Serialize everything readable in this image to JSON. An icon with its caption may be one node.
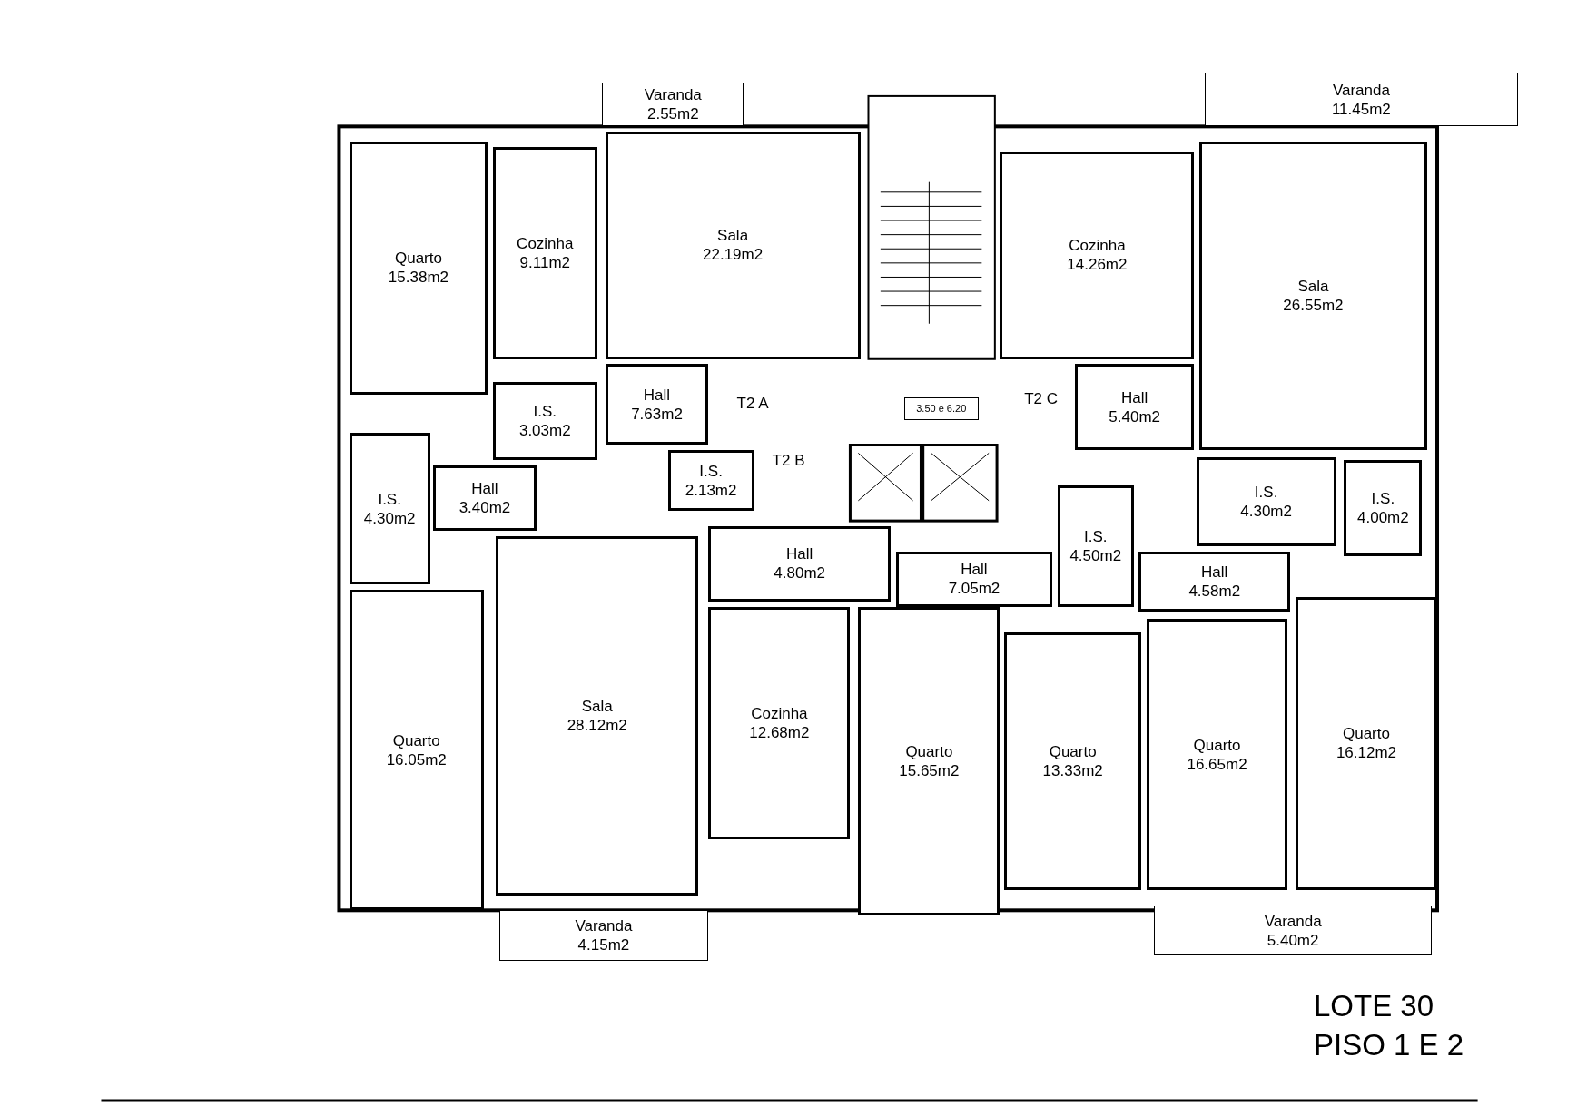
{
  "diagram": {
    "nodes": [
      {
        "text": [
          "Varanda",
          "2.55m2"
        ]
      },
      {
        "text": [
          "Varanda",
          "11.45m2"
        ]
      },
      {
        "text": [
          "Quarto",
          "15.38m2"
        ]
      },
      {
        "text": [
          "Cozinha",
          "9.11m2"
        ]
      },
      {
        "text": [
          "Sala",
          "22.19m2"
        ]
      },
      {
        "text": [
          "Cozinha",
          "14.26m2"
        ]
      },
      {
        "text": [
          "Sala",
          "26.55m2"
        ]
      },
      {
        "text": [
          "Hall",
          "7.63m2"
        ]
      },
      {
        "text": [
          "I.S.",
          "3.03m2"
        ]
      },
      {
        "text": [
          "3.50 e 6.20"
        ]
      },
      {
        "text": [
          "Hall",
          "5.40m2"
        ]
      },
      {
        "text": [
          "I.S.",
          "4.30m2"
        ]
      },
      {
        "text": [
          "Hall",
          "3.40m2"
        ]
      },
      {
        "text": [
          "I.S.",
          "2.13m2"
        ]
      },
      {
        "text": [
          "I.S.",
          "4.30m2"
        ]
      },
      {
        "text": [
          "I.S.",
          "4.00m2"
        ]
      },
      {
        "text": [
          "I.S.",
          "4.50m2"
        ]
      },
      {
        "text": [
          "Hall",
          "4.80m2"
        ]
      },
      {
        "text": [
          "Hall",
          "7.05m2"
        ]
      },
      {
        "text": [
          "Hall",
          "4.58m2"
        ]
      },
      {
        "text": [
          "Quarto",
          "16.05m2"
        ]
      },
      {
        "text": [
          "Sala",
          "28.12m2"
        ]
      },
      {
        "text": [
          "Cozinha",
          "12.68m2"
        ]
      },
      {
        "text": [
          "Quarto",
          "15.65m2"
        ]
      },
      {
        "text": [
          "Quarto",
          "13.33m2"
        ]
      },
      {
        "text": [
          "Quarto",
          "16.65m2"
        ]
      },
      {
        "text": [
          "Quarto",
          "16.12m2"
        ]
      },
      {
        "text": [
          "Varanda",
          "4.15m2"
        ]
      },
      {
        "text": [
          "Varanda",
          "5.40m2"
        ]
      }
    ],
    "labels": [
      "T2 A",
      "T2 C",
      "T2 B",
      "LOTE 30",
      "PISO 1 E 2"
    ]
  }
}
